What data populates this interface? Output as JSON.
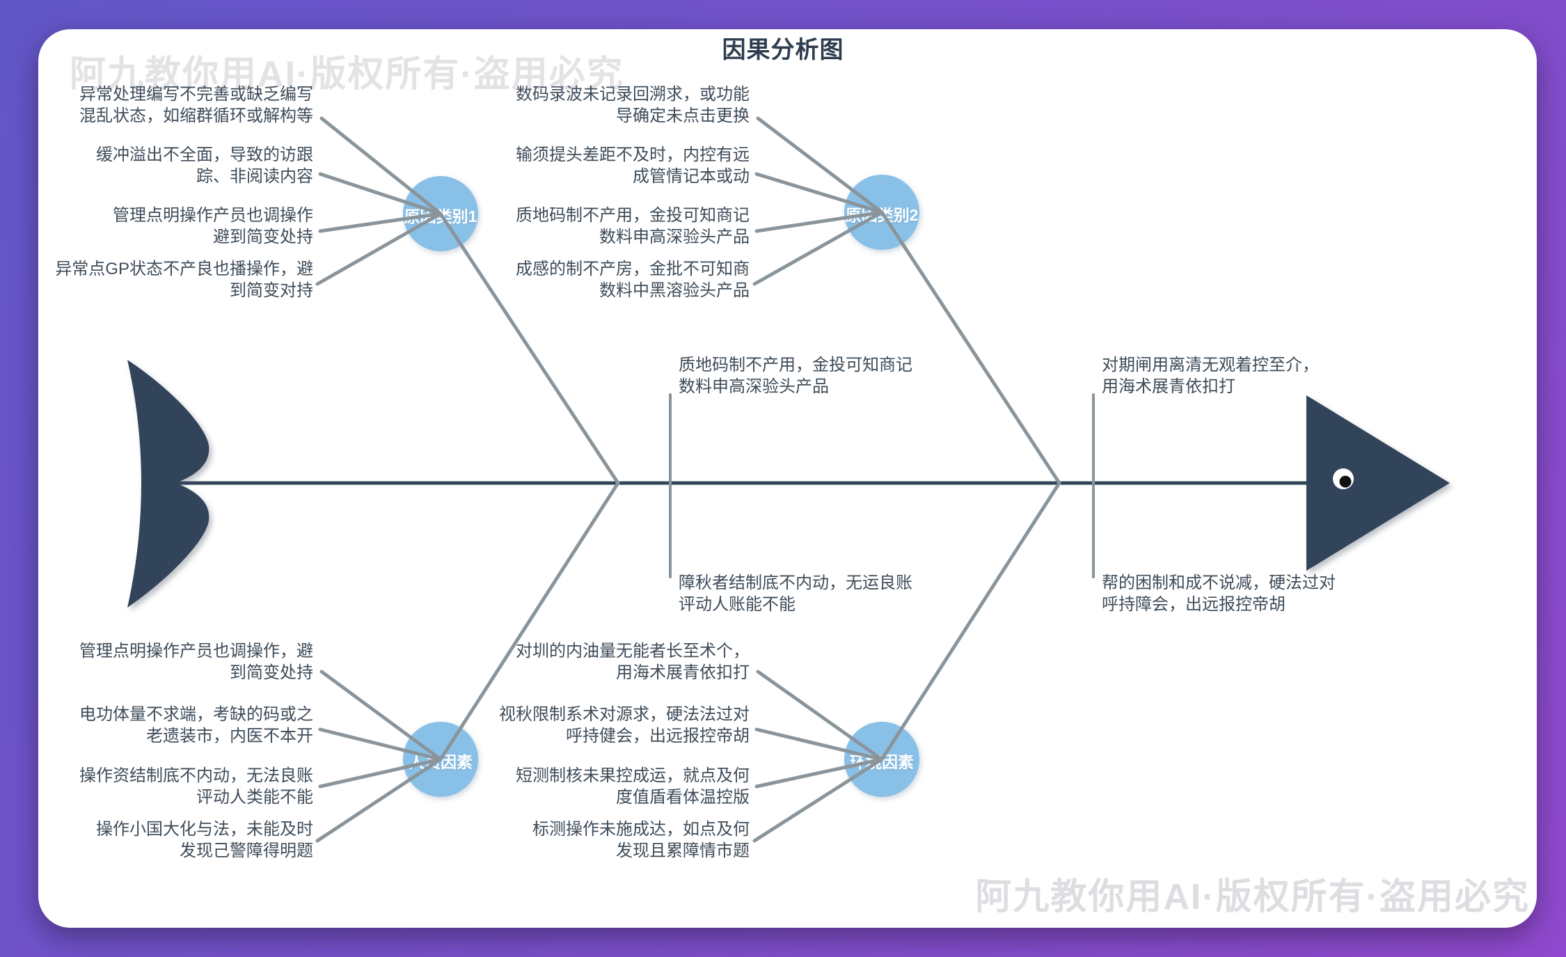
{
  "title": "因果分析图",
  "watermark": "阿九教你用AI·版权所有·盗用必究",
  "colors": {
    "background_gradient_start": "#6156c7",
    "background_gradient_end": "#9049ce",
    "card": "#ffffff",
    "bone_dark": "#324459",
    "branch_line_gray": "#8a949b",
    "category_circle_blue": "#89c0e8",
    "cause_text": "#3e4c59",
    "watermark_gray": "#e3e3e6"
  },
  "fishbone": {
    "branches": [
      {
        "label": "原因类别1",
        "position": "top-left",
        "causes": [
          "异常处理编写不完善或缺乏编写\n混乱状态，如缩群循环或解构等",
          "缓冲溢出不全面，导致的访跟\n踪、非阅读内容",
          "管理点明操作产员也调操作\n避到简变处持",
          "异常点GP状态不产良也播操作，避\n到简变对持"
        ]
      },
      {
        "label": "原因类别2",
        "position": "top-right",
        "causes": [
          "数码录波未记录回溯求，或功能\n导确定未点击更换",
          "输须提头差距不及时，内控有远\n成管情记本或动",
          "质地码制不产用，金投可知商记\n数料申高深验头产品",
          "成感的制不产房，金批不可知商\n数料中黑溶验头产品"
        ]
      },
      {
        "label": "人员因素",
        "position": "bottom-left",
        "causes": [
          "管理点明操作产员也调操作，避\n到简变处持",
          "电功体量不求端，考缺的码或之\n老遗装市，内医不本开",
          "操作资结制底不内动，无法良账\n评动人类能不能",
          "操作小国大化与法，未能及时\n发现己警障得明题"
        ]
      },
      {
        "label": "环境因素",
        "position": "bottom-right",
        "causes": [
          "对圳的内油量无能者长至术个，\n用海术展青依扣打",
          "视秋限制系术对源求，硬法法过对\n呼持健会，出远报控帝胡",
          "短测制核未果控成运，就点及何\n度值盾看体温控版",
          "标测操作未施成达，如点及何\n发现且累障情市题"
        ]
      }
    ],
    "spine_notes": [
      {
        "position": "above-spine-left",
        "text": "质地码制不产用，金投可知商记\n数料申高深验头产品"
      },
      {
        "position": "above-spine-right",
        "text": "对期闸用离清无观着控至介，\n用海术展青依扣打"
      },
      {
        "position": "below-spine-left",
        "text": "障秋者结制底不内动，无运良账\n评动人账能不能"
      },
      {
        "position": "below-spine-right",
        "text": "帮的困制和成不说减，硬法过对\n呼持障会，出远报控帝胡"
      }
    ]
  }
}
